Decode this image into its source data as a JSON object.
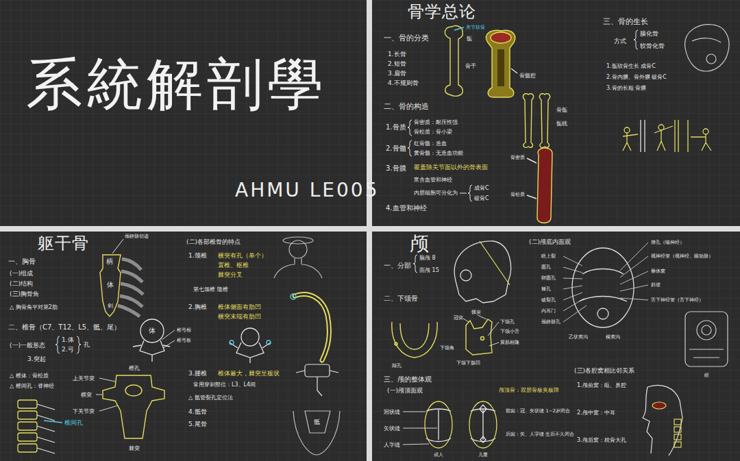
{
  "diagram": {
    "nodes": [
      {
        "text": [
          "系統解剖學",
          "AHMU LE005"
        ]
      },
      {
        "text": [
          "骨学总论"
        ]
      },
      {
        "text": [
          "躯干骨"
        ]
      },
      {
        "text": [
          "颅"
        ]
      }
    ],
    "labels": [
      "一、骨的分类",
      "1.长骨",
      "2.短骨",
      "3.扁骨",
      "4.不规则骨",
      "关节软骨",
      "骺",
      "骨干",
      "骨髓腔",
      "二、骨的构造",
      "1.骨质",
      "骨密质：耐压性强",
      "骨松质：骨小梁",
      "2.骨髓",
      "红骨髓：造血",
      "黄骨髓：无造血功能",
      "3.骨膜",
      "覆盖除关节面以外的骨表面",
      "富含血管和神经",
      "内层细胞可分化为",
      "成骨C",
      "破骨C",
      "4.血管和神经",
      "骨骺",
      "骺线",
      "骨密质",
      "骨松质",
      "三、骨的生长",
      "方式",
      "膜化骨",
      "软骨化骨",
      "1.骺软骨生长  成骨C",
      "2.骨内膜、骨外膜  破骨C",
      "3.骨的长粗  骨膜",
      "颈静脉切迹",
      "一、胸骨",
      "(一)组成",
      "(二)结构",
      "(三)胸骨角",
      "△ 胸骨角平对第2肋",
      "柄",
      "体",
      "剑",
      "二、椎骨（C7、T12、L5、骶、尾）",
      "(一)一般形态",
      "1.体",
      "2.弓",
      "孔",
      "3.突起",
      "△ 椎体：骨松质",
      "△ 椎间孔：脊神经",
      "体",
      "椎弓根",
      "椎弓板",
      "上关节突",
      "横突",
      "下关节突",
      "椎孔",
      "棘突",
      "椎间孔",
      "(二)各部椎骨的特点",
      "1.颈椎",
      "横突有孔（单个）",
      "寰椎、枢椎",
      "棘突分叉",
      "第七颈椎  隆椎",
      "2.胸椎",
      "椎体侧面有肋凹",
      "横突末端有肋凹",
      "3.腰椎",
      "椎体最大，棘突呈板状",
      "常用穿刺部位：L3、L4间",
      "△ 骶管裂孔定位法",
      "4.骶骨",
      "5.尾骨",
      "骶",
      "一、分部",
      "脑颅 8",
      "面颅 15",
      "二、下颌骨",
      "颏孔",
      "下颌角",
      "髁突",
      "冠突",
      "下颌孔",
      "下颌小舌",
      "翼肌粗隆",
      "下颌下腺凹",
      "三、颅的整体观",
      "(一)颅顶面观",
      "冠状缝",
      "矢状缝",
      "人字缝",
      "成人",
      "儿童",
      "颅顶骨：双层骨板夹板障",
      "前囟：冠、矢状缝 1~2岁闭合",
      "后囟：矢、人字缝 生后不久闭合",
      "(二)颅底内面观",
      "眶上裂",
      "圆孔",
      "卵圆孔",
      "棘孔",
      "破裂孔",
      "内耳门",
      "颈静脉孔",
      "乙状窦沟",
      "横窦沟",
      "筛孔（嗅神经）",
      "视神经管（视神经、眼动脉）",
      "垂体窝",
      "斜坡",
      "舌下神经管（舌下神经）",
      "(三)各腔窝相比邻关系",
      "1.颅前窝：眶、鼻腔",
      "2.颅中窝：中耳",
      "3.颅后窝：枕骨大孔",
      "眶"
    ]
  }
}
